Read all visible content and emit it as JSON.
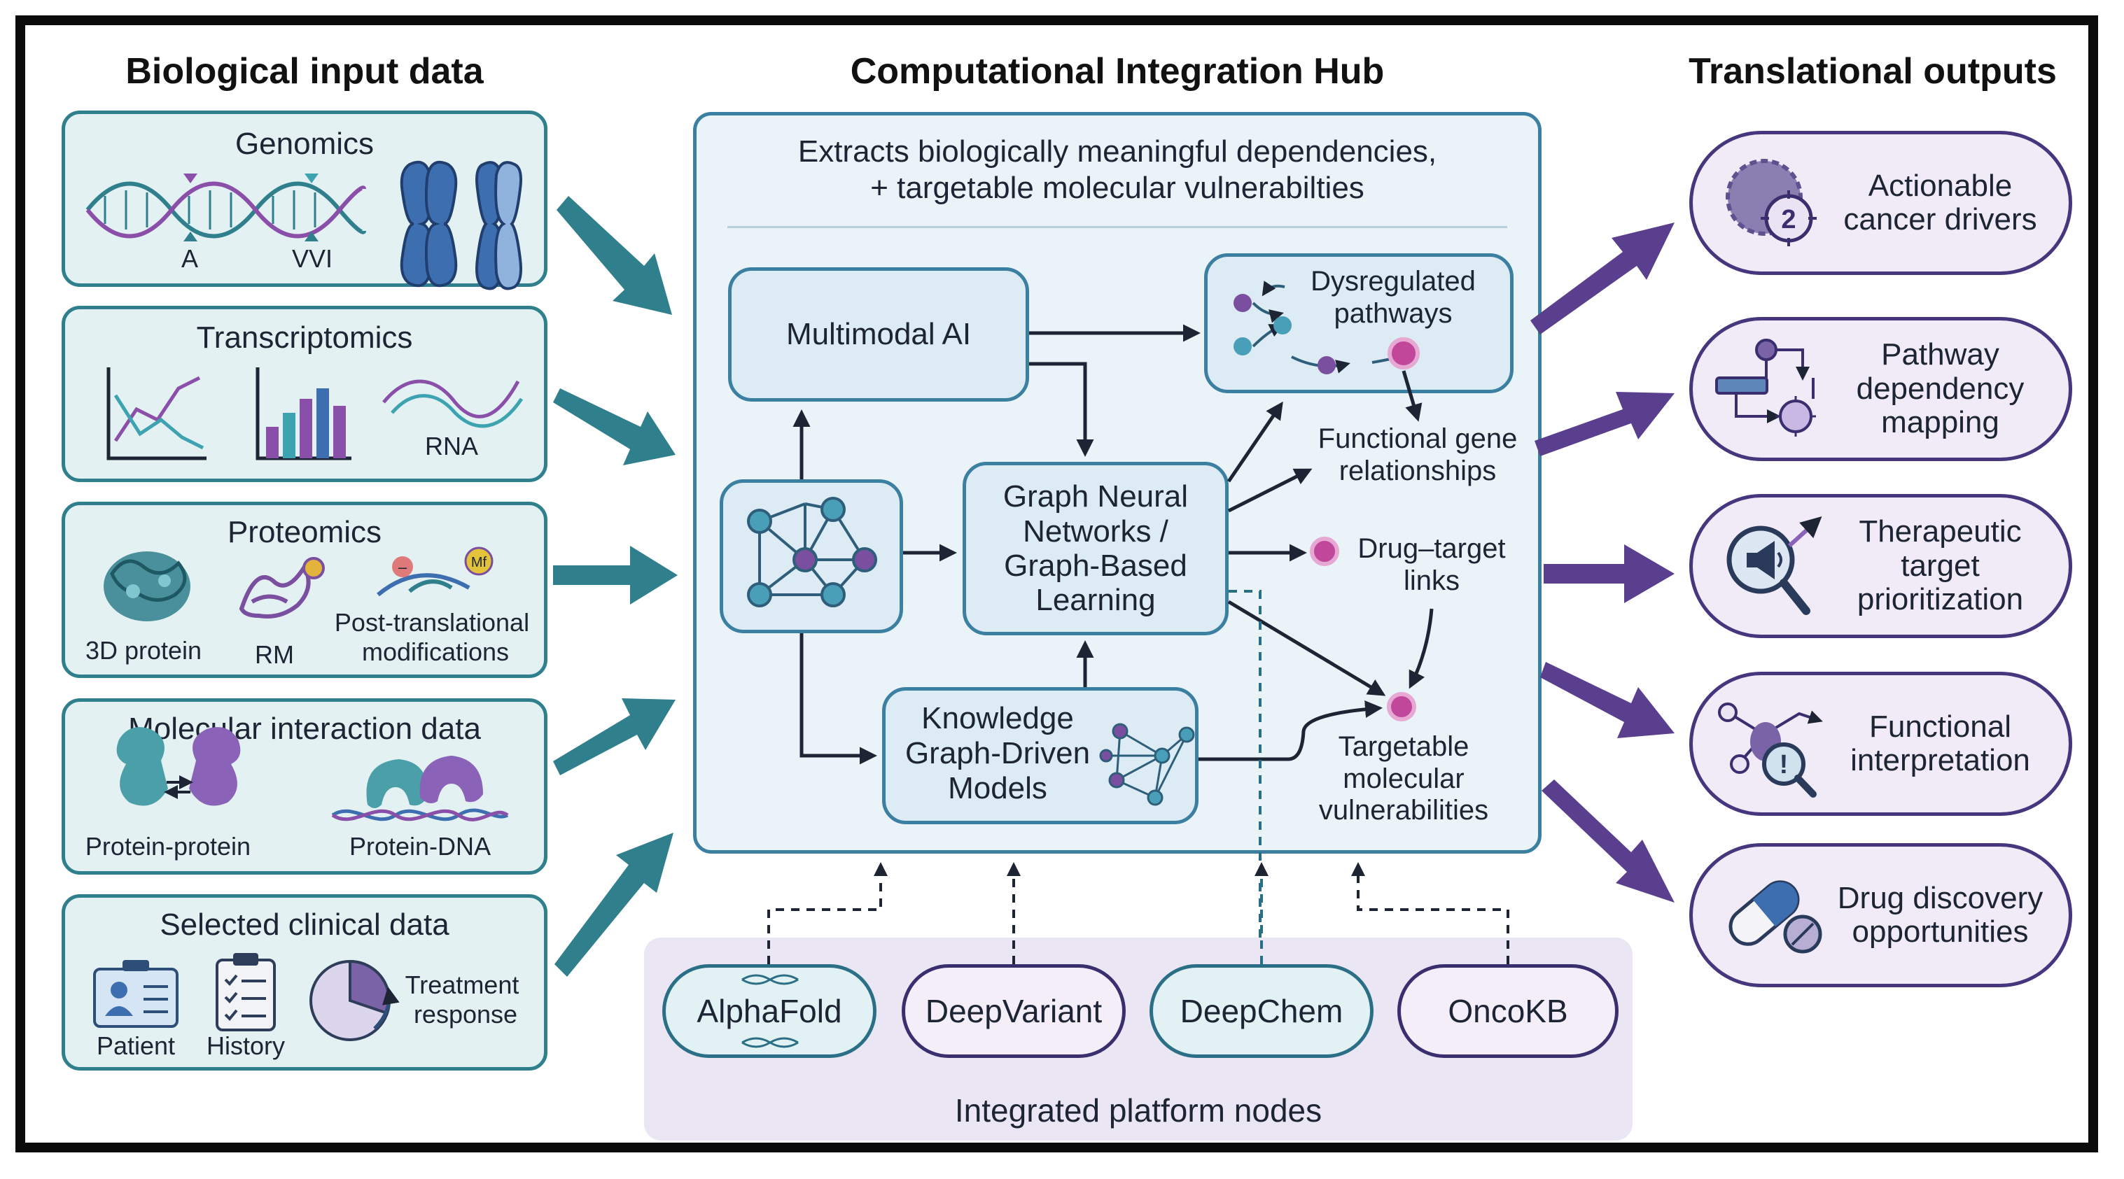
{
  "columns": {
    "left_title": "Biological input data",
    "center_title": "Computational Integration Hub",
    "right_title": "Translational outputs"
  },
  "inputs": {
    "genomics": {
      "title": "Genomics",
      "label_a": "A",
      "label_b": "VVI"
    },
    "transcriptomics": {
      "title": "Transcriptomics",
      "label_rna": "RNA"
    },
    "proteomics": {
      "title": "Proteomics",
      "label_3d": "3D protein",
      "label_rm": "RM",
      "label_ptm": "Post-translational\nmodifications",
      "badge_minus": "–",
      "badge_mf": "Mf"
    },
    "interaction": {
      "title": "Molecular interaction data",
      "label_pp": "Protein-protein",
      "label_pd": "Protein-DNA"
    },
    "clinical": {
      "title": "Selected clinical data",
      "label_patient": "Patient",
      "label_history": "History",
      "label_treatment": "Treatment\nresponse"
    }
  },
  "hub": {
    "subtitle": "Extracts biologically meaningful dependencies,\n+ targetable molecular vulnerabilties",
    "multimodal": "Multimodal AI",
    "gnn": "Graph Neural\nNetworks /\nGraph-Based\nLearning",
    "kg": "Knowledge\nGraph-Driven\nModels",
    "dysregulated": "Dysregulated\npathways",
    "functional_gene": "Functional gene\nrelationships",
    "drug_target": "Drug–target\nlinks",
    "targetable": "Targetable\nmolecular\nvulnerabilities"
  },
  "platform": {
    "label": "Integrated platform nodes",
    "nodes": [
      "AlphaFold",
      "DeepVariant",
      "DeepChem",
      "OncoKB"
    ]
  },
  "outputs": {
    "items": [
      {
        "label": "Actionable\ncancer drivers",
        "icon": "virus-target-icon",
        "badge": "2"
      },
      {
        "label": "Pathway\ndependency\nmapping",
        "icon": "pathway-icon"
      },
      {
        "label": "Therapeutic\ntarget\nprioritization",
        "icon": "magnifier-megaphone-icon"
      },
      {
        "label": "Functional\ninterpretation",
        "icon": "network-magnifier-icon"
      },
      {
        "label": "Drug discovery\nopportunities",
        "icon": "capsule-pill-icon"
      }
    ]
  },
  "colors": {
    "teal": "#2f7f8c",
    "teal_light": "#e4f1f3",
    "hub_blue": "#3b7fa1",
    "purple": "#45367e",
    "purple_light": "#f0ebf7",
    "magenta": "#c0479a",
    "node_purple": "#7b4fa0"
  }
}
